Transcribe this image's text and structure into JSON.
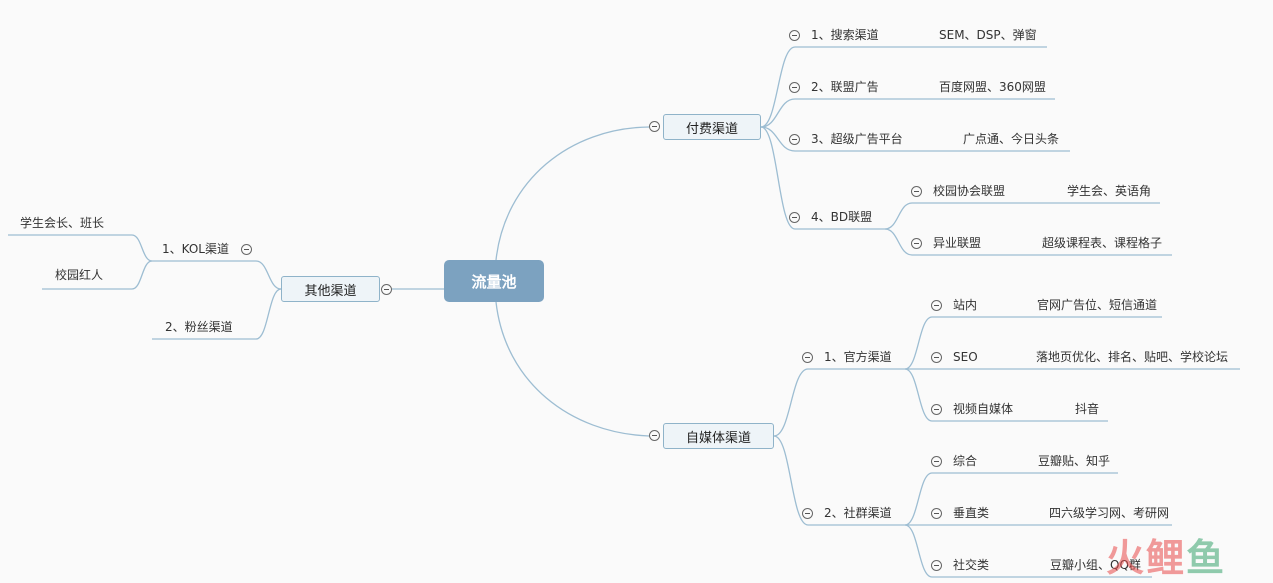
{
  "root": {
    "label": "流量池"
  },
  "branches": {
    "paid": {
      "label": "付费渠道",
      "items": {
        "search": {
          "label": "1、搜索渠道",
          "detail": "SEM、DSP、弹窗"
        },
        "alliance": {
          "label": "2、联盟广告",
          "detail": "百度网盟、360网盟"
        },
        "super_ad": {
          "label": "3、超级广告平台",
          "detail": "广点通、今日头条"
        },
        "bd": {
          "label": "4、BD联盟",
          "children": {
            "campus": {
              "label": "校园协会联盟",
              "detail": "学生会、英语角"
            },
            "cross": {
              "label": "异业联盟",
              "detail": "超级课程表、课程格子"
            }
          }
        }
      }
    },
    "self_media": {
      "label": "自媒体渠道",
      "items": {
        "official": {
          "label": "1、官方渠道",
          "children": {
            "onsite": {
              "label": "站内",
              "detail": "官网广告位、短信通道"
            },
            "seo": {
              "label": "SEO",
              "detail": "落地页优化、排名、贴吧、学校论坛"
            },
            "video": {
              "label": "视频自媒体",
              "detail": "抖音"
            }
          }
        },
        "community": {
          "label": "2、社群渠道",
          "children": {
            "general": {
              "label": "综合",
              "detail": "豆瓣贴、知乎"
            },
            "vertical": {
              "label": "垂直类",
              "detail": "四六级学习网、考研网"
            },
            "social": {
              "label": "社交类",
              "detail": "豆瓣小组、QQ群"
            }
          }
        }
      }
    },
    "other": {
      "label": "其他渠道",
      "items": {
        "kol": {
          "label": "1、KOL渠道",
          "children": {
            "student": {
              "label": "学生会长、班长"
            },
            "influencer": {
              "label": "校园红人"
            }
          }
        },
        "fans": {
          "label": "2、粉丝渠道"
        }
      }
    }
  },
  "watermark": {
    "text_a": "火",
    "text_b": "鲤",
    "text_c": "鱼"
  },
  "colors": {
    "line": "#9dbdd2",
    "root": "#7ca2c0",
    "box_border": "#8fb3c9",
    "box_fill": "#eef4f8"
  }
}
